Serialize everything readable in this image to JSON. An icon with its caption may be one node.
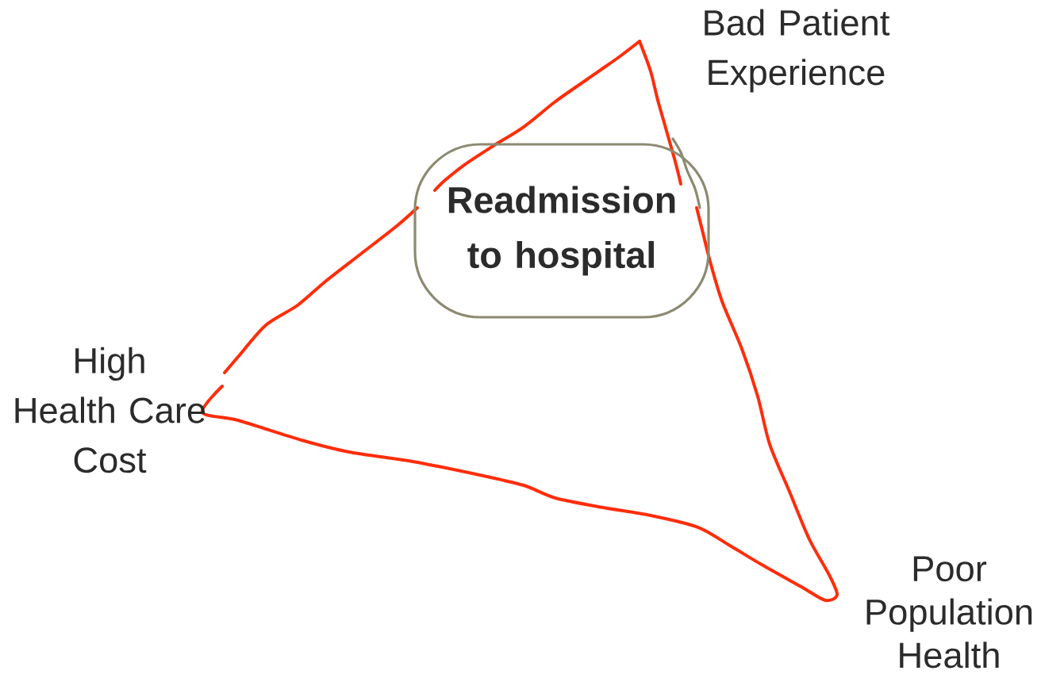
{
  "diagram": {
    "nodes": [
      {
        "text": [
          "Readmission to hospital"
        ]
      }
    ],
    "labels": [
      "Bad Patient Experience",
      "High Health Care Cost",
      "Poor Population Health"
    ]
  }
}
